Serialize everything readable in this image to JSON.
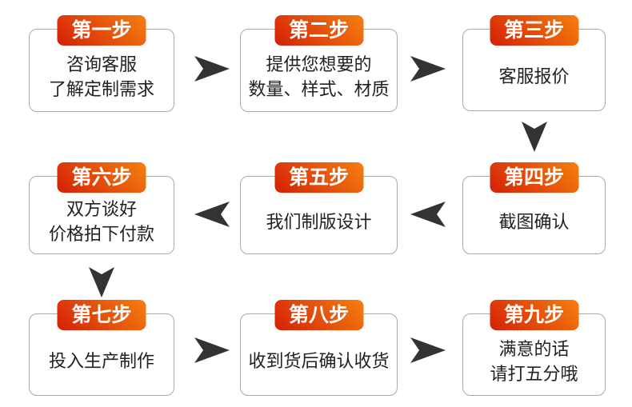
{
  "title": "定制流程图",
  "colors": {
    "badge_gradient_start": "#d42008",
    "badge_gradient_end": "#f5800e",
    "badge_text": "#ffffff",
    "box_border": "#aaaaaa",
    "box_text": "#222222",
    "arrow": "#333333",
    "background": "#ffffff"
  },
  "steps": [
    {
      "id": 1,
      "badge": "第一步",
      "lines": [
        "咨询客服",
        "了解定制需求"
      ]
    },
    {
      "id": 2,
      "badge": "第二步",
      "lines": [
        "提供您想要的",
        "数量、样式、材质"
      ]
    },
    {
      "id": 3,
      "badge": "第三步",
      "lines": [
        "客服报价"
      ]
    },
    {
      "id": 4,
      "badge": "第四步",
      "lines": [
        "截图确认"
      ]
    },
    {
      "id": 5,
      "badge": "第五步",
      "lines": [
        "我们制版设计"
      ]
    },
    {
      "id": 6,
      "badge": "第六步",
      "lines": [
        "双方谈好",
        "价格拍下付款"
      ]
    },
    {
      "id": 7,
      "badge": "第七步",
      "lines": [
        "投入生产制作"
      ]
    },
    {
      "id": 8,
      "badge": "第八步",
      "lines": [
        "收到货后确认收货"
      ]
    },
    {
      "id": 9,
      "badge": "第九步",
      "lines": [
        "满意的话",
        "请打五分哦"
      ]
    }
  ],
  "arrows": [
    {
      "direction": "right",
      "from": 1,
      "to": 2
    },
    {
      "direction": "right",
      "from": 2,
      "to": 3
    },
    {
      "direction": "down",
      "from": 3,
      "to": 4
    },
    {
      "direction": "left",
      "from": 4,
      "to": 5
    },
    {
      "direction": "left",
      "from": 5,
      "to": 6
    },
    {
      "direction": "down",
      "from": 6,
      "to": 7
    },
    {
      "direction": "right",
      "from": 7,
      "to": 8
    },
    {
      "direction": "right",
      "from": 8,
      "to": 9
    }
  ]
}
